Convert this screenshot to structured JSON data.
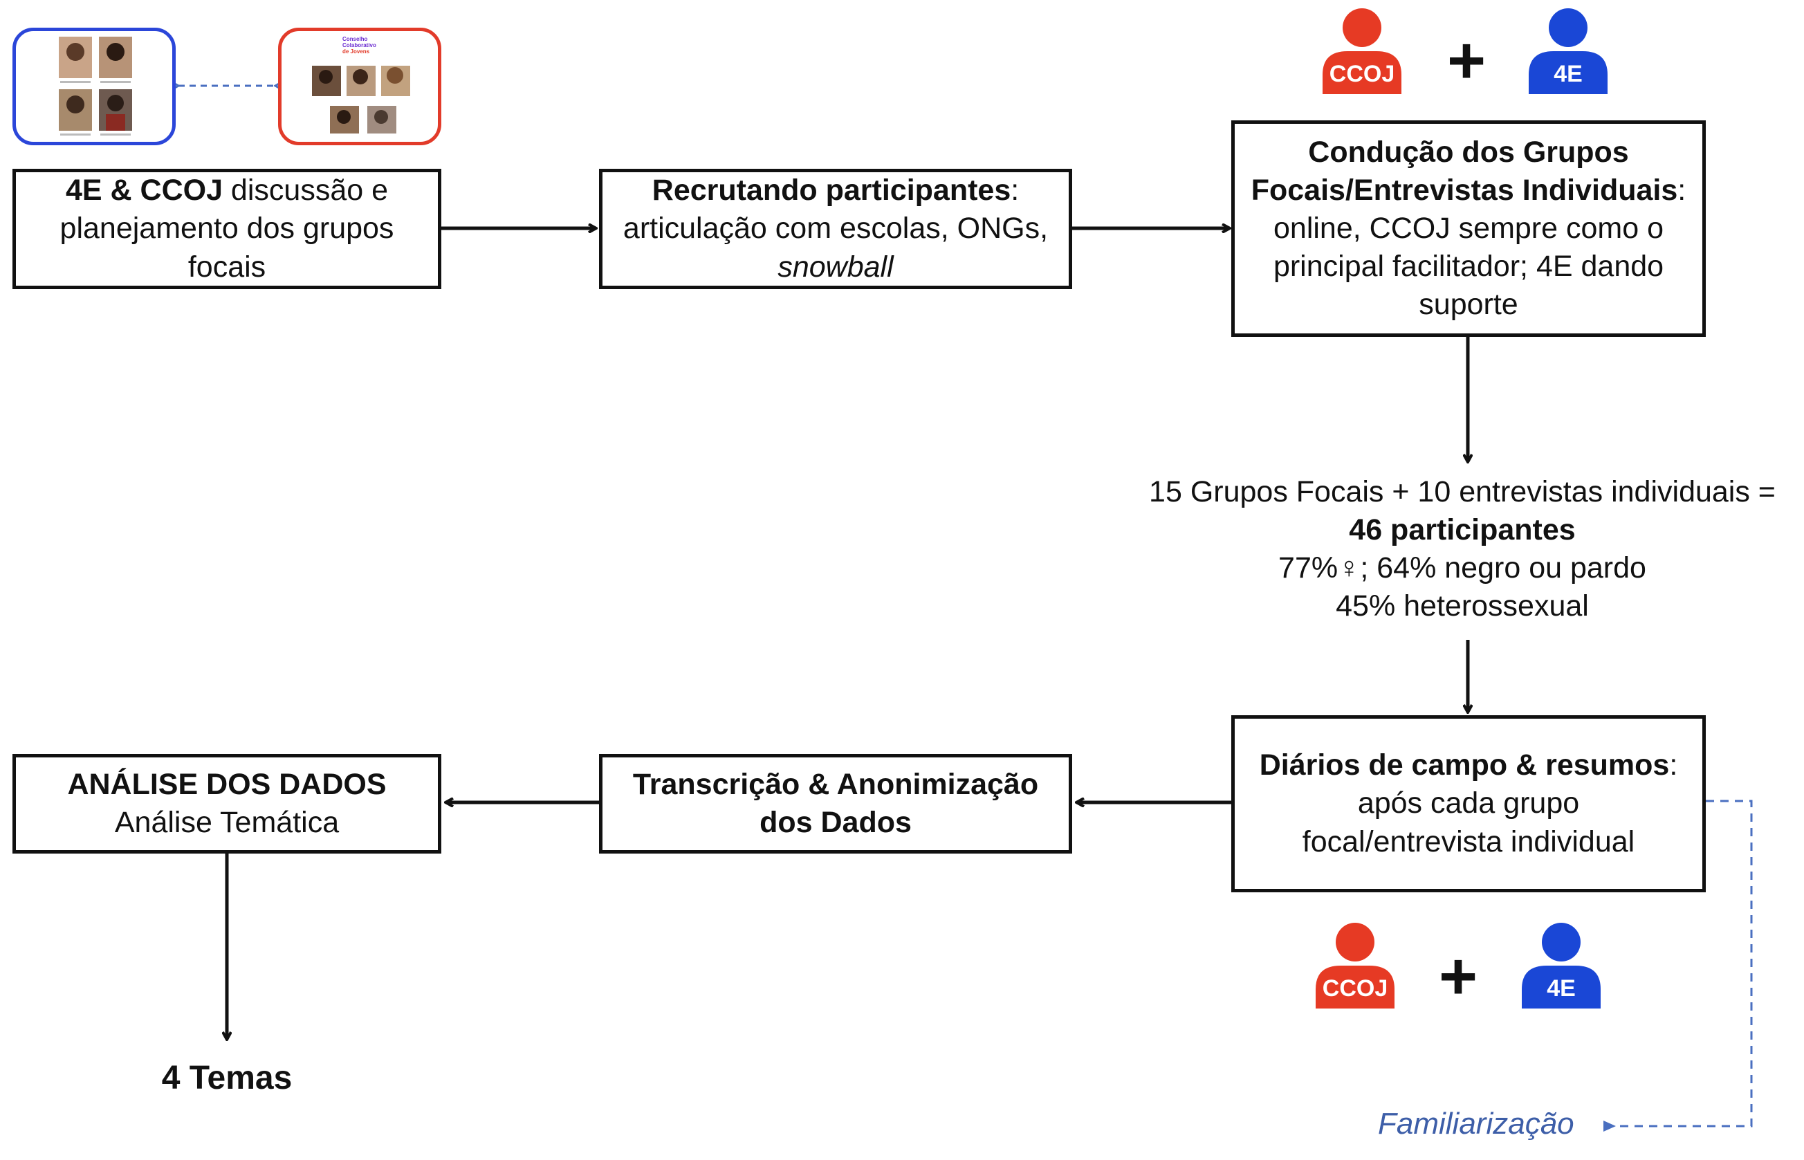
{
  "colors": {
    "ccoj": "#e63a24",
    "e4": "#1a47d6",
    "line": "#111111",
    "dashed": "#4a6fc0"
  },
  "thumbnails": {
    "left": {
      "border_color": "#2b46d9"
    },
    "right": {
      "border_color": "#e23b2a",
      "title_lines": [
        "Conselho",
        "Colaborativo",
        "de Jovens"
      ]
    }
  },
  "people_top": {
    "left_label": "CCOJ",
    "right_label": "4E",
    "plus": "+"
  },
  "people_bottom": {
    "left_label": "CCOJ",
    "right_label": "4E",
    "plus": "+"
  },
  "steps": {
    "planning": {
      "line1_bold": "4E & CCOJ",
      "line1_rest": " discussão e",
      "line2": "planejamento dos grupos",
      "line3": "focais"
    },
    "recruiting": {
      "bold": "Recrutando participantes",
      "colon": ":",
      "line2": "articulação com escolas, ONGs,",
      "line3_italic": "snowball"
    },
    "conduction": {
      "bold1": "Condução dos Grupos",
      "bold2": "Focais/Entrevistas Individuais",
      "colon": ":",
      "line3": "online, CCOJ sempre como o",
      "line4": "principal facilitador; 4E dando",
      "line5": "suporte"
    },
    "participants": {
      "line1": "15 Grupos Focais + 10 entrevistas individuais =",
      "line2_bold": "46 participantes",
      "line3": "77%♀; 64% negro ou pardo",
      "line4": "45% heterossexual"
    },
    "diaries": {
      "bold": "Diários de campo & resumos",
      "colon": ":",
      "line2": "após cada grupo",
      "line3": "focal/entrevista individual"
    },
    "transcription": {
      "line1": "Transcrição & Anonimização",
      "line2": "dos Dados"
    },
    "analysis": {
      "line1_bold": "ANÁLISE DOS DADOS",
      "line2": "Análise Temática"
    },
    "themes": {
      "label": "4 Temas"
    }
  },
  "familiarization": "Familiarização"
}
